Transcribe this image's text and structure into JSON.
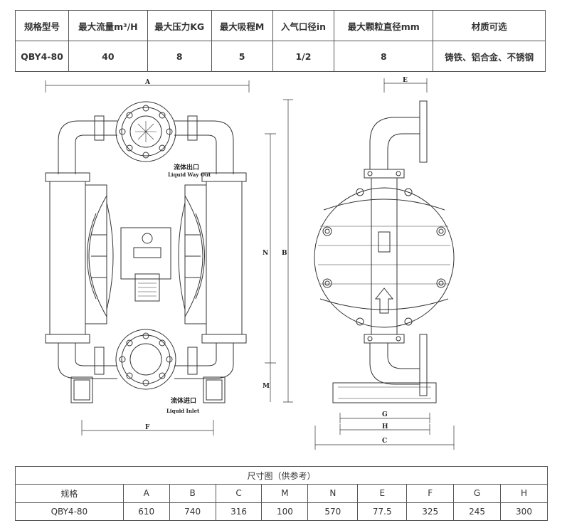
{
  "spec_table": {
    "headers": [
      "规格型号",
      "最大流量m³/H",
      "最大压力KG",
      "最大吸程M",
      "入气口径in",
      "最大颗粒直径mm",
      "材质可选"
    ],
    "row": [
      "QBY4-80",
      "40",
      "8",
      "5",
      "1/2",
      "8",
      "铸铁、铝合金、不锈钢"
    ]
  },
  "drawing": {
    "outlet_cn": "流体出口",
    "outlet_en": "Liquid Way Out",
    "inlet_cn": "流体进口",
    "inlet_en": "Liquid Inlet",
    "dim_A": "A",
    "dim_B": "B",
    "dim_N": "N",
    "dim_M": "M",
    "dim_F": "F",
    "dim_E": "E",
    "dim_G": "G",
    "dim_H": "H",
    "dim_C": "C"
  },
  "dim_table": {
    "title": "尺寸图（供参考）",
    "headers": [
      "规格",
      "A",
      "B",
      "C",
      "M",
      "N",
      "E",
      "F",
      "G",
      "H"
    ],
    "row": [
      "QBY4-80",
      "610",
      "740",
      "316",
      "100",
      "570",
      "77.5",
      "325",
      "245",
      "300"
    ]
  }
}
